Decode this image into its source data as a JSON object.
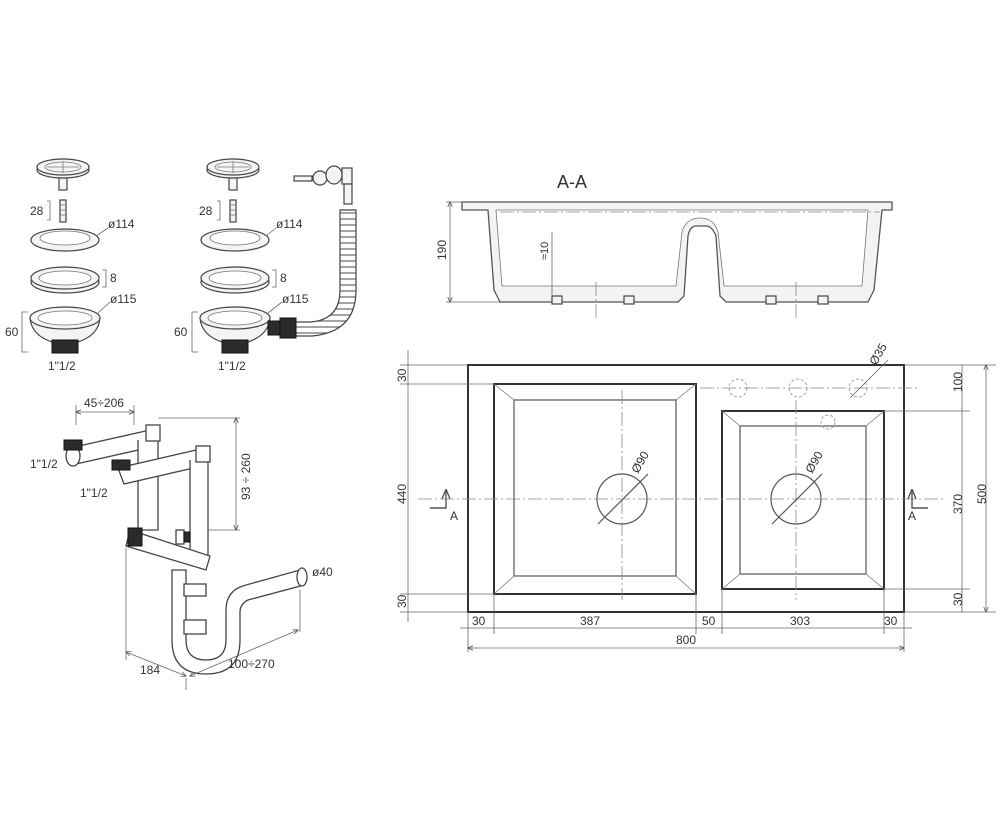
{
  "strainer_left": {
    "dim_height": "28",
    "dim_flange_dia": "ø114",
    "dim_gasket": "8",
    "dim_body_dia": "ø115",
    "dim_total": "60",
    "thread": "1\"1/2"
  },
  "strainer_right": {
    "dim_height": "28",
    "dim_flange_dia": "ø114",
    "dim_gasket": "8",
    "dim_body_dia": "ø115",
    "dim_total": "60",
    "thread": "1\"1/2"
  },
  "siphon": {
    "dim_spacing": "45÷206",
    "thread_left": "1\"1/2",
    "thread_right": "1\"1/2",
    "dim_height": "93 ÷ 260",
    "dim_outlet": "ø40",
    "dim_depth": "184",
    "dim_reach": "100÷270"
  },
  "section": {
    "title": "A-A",
    "dim_depth": "190",
    "dim_lip": "≈10"
  },
  "plan": {
    "dim_top": "30",
    "dim_height": "440",
    "dim_bottom": "30",
    "section_left": "A",
    "section_right": "A",
    "dim_right_top": "100",
    "dim_right_mid": "370",
    "dim_right_bottom": "30",
    "dim_total_height": "500",
    "drain_left": "Ø90",
    "drain_right": "Ø90",
    "tap_hole": "Ø35",
    "dim_w_30a": "30",
    "dim_w_387": "387",
    "dim_w_50": "50",
    "dim_w_303": "303",
    "dim_w_30b": "30",
    "dim_w_total": "800"
  }
}
